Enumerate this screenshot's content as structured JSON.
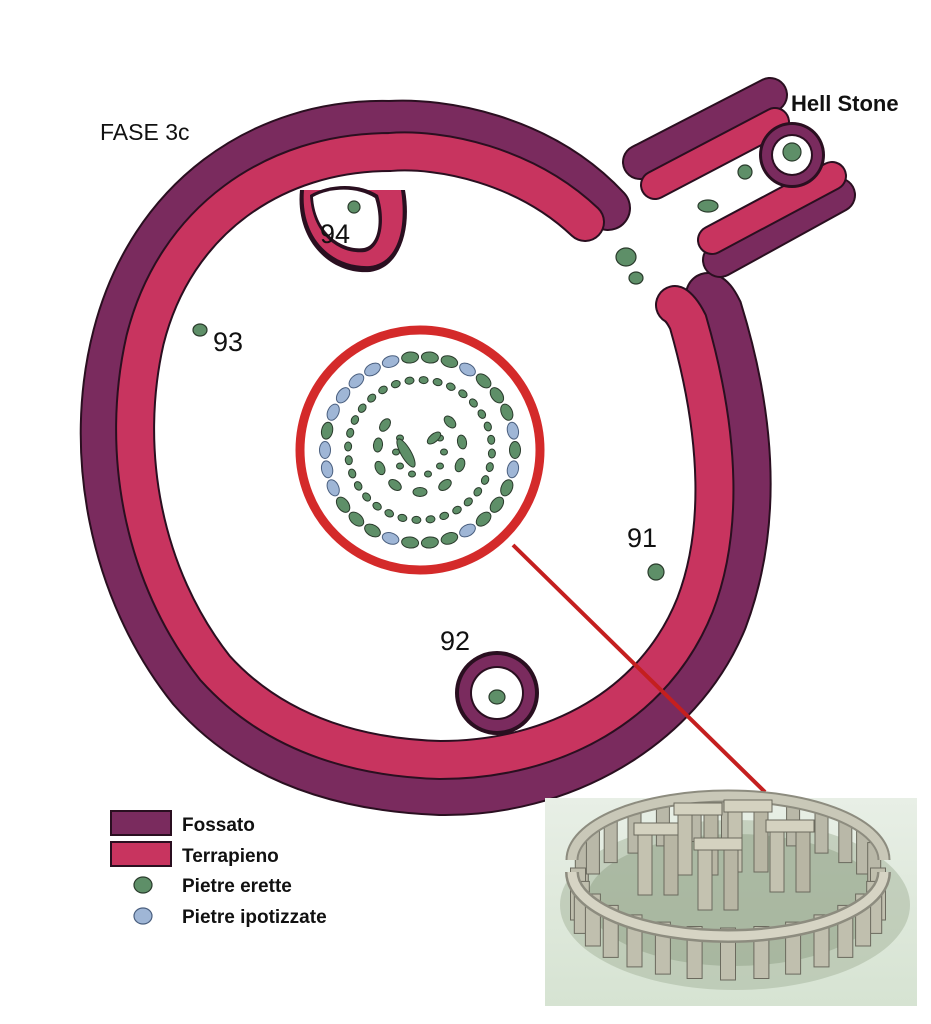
{
  "phase_label": "FASE 3c",
  "hell_stone_label": "Hell Stone",
  "hole_labels": {
    "h91": "91",
    "h92": "92",
    "h93": "93",
    "h94": "94"
  },
  "legend": {
    "ditch": "Fossato",
    "bank": "Terrapieno",
    "erected": "Pietre erette",
    "hypothesized": "Pietre ipotizzate"
  },
  "colors": {
    "ditch": "#7a2b5e",
    "bank": "#c8345f",
    "outline": "#2a0f20",
    "erected_stone": "#5e8f68",
    "hypothesized_stone": "#9fb6d6",
    "highlight_circle": "#d42a2a",
    "connector_line": "#c41f1f",
    "background": "#ffffff"
  },
  "inset_illustration": "stonehenge-perspective"
}
